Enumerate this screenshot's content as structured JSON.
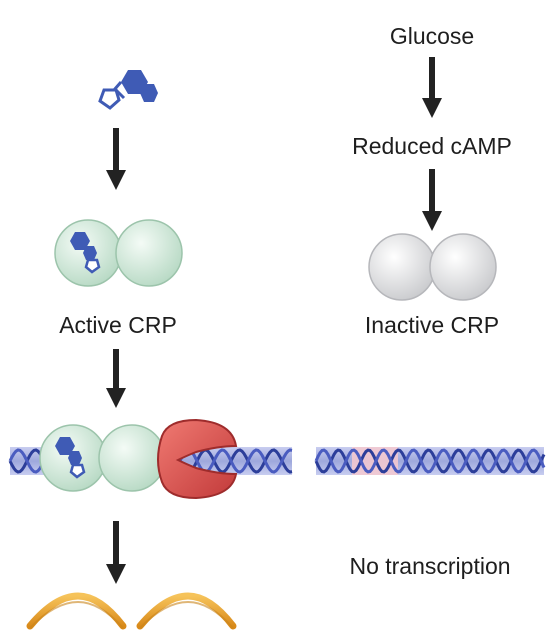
{
  "left": {
    "active_label": "Active CRP"
  },
  "right": {
    "glucose_label": "Glucose",
    "reduced_label": "Reduced cAMP",
    "inactive_label": "Inactive CRP",
    "no_transcription_label": "No transcription"
  },
  "colors": {
    "camp": "#3f5bb5",
    "crp_active": "#d9efe2",
    "crp_inactive": "#e9e9ea",
    "rna_polymerase": "#d94f4f",
    "dna_band": "#aab3e0",
    "dna_strand": "#2c3e9a",
    "promoter_highlight": "#f6c9cf",
    "mrna": "#e8a22b",
    "arrow": "#222222"
  }
}
